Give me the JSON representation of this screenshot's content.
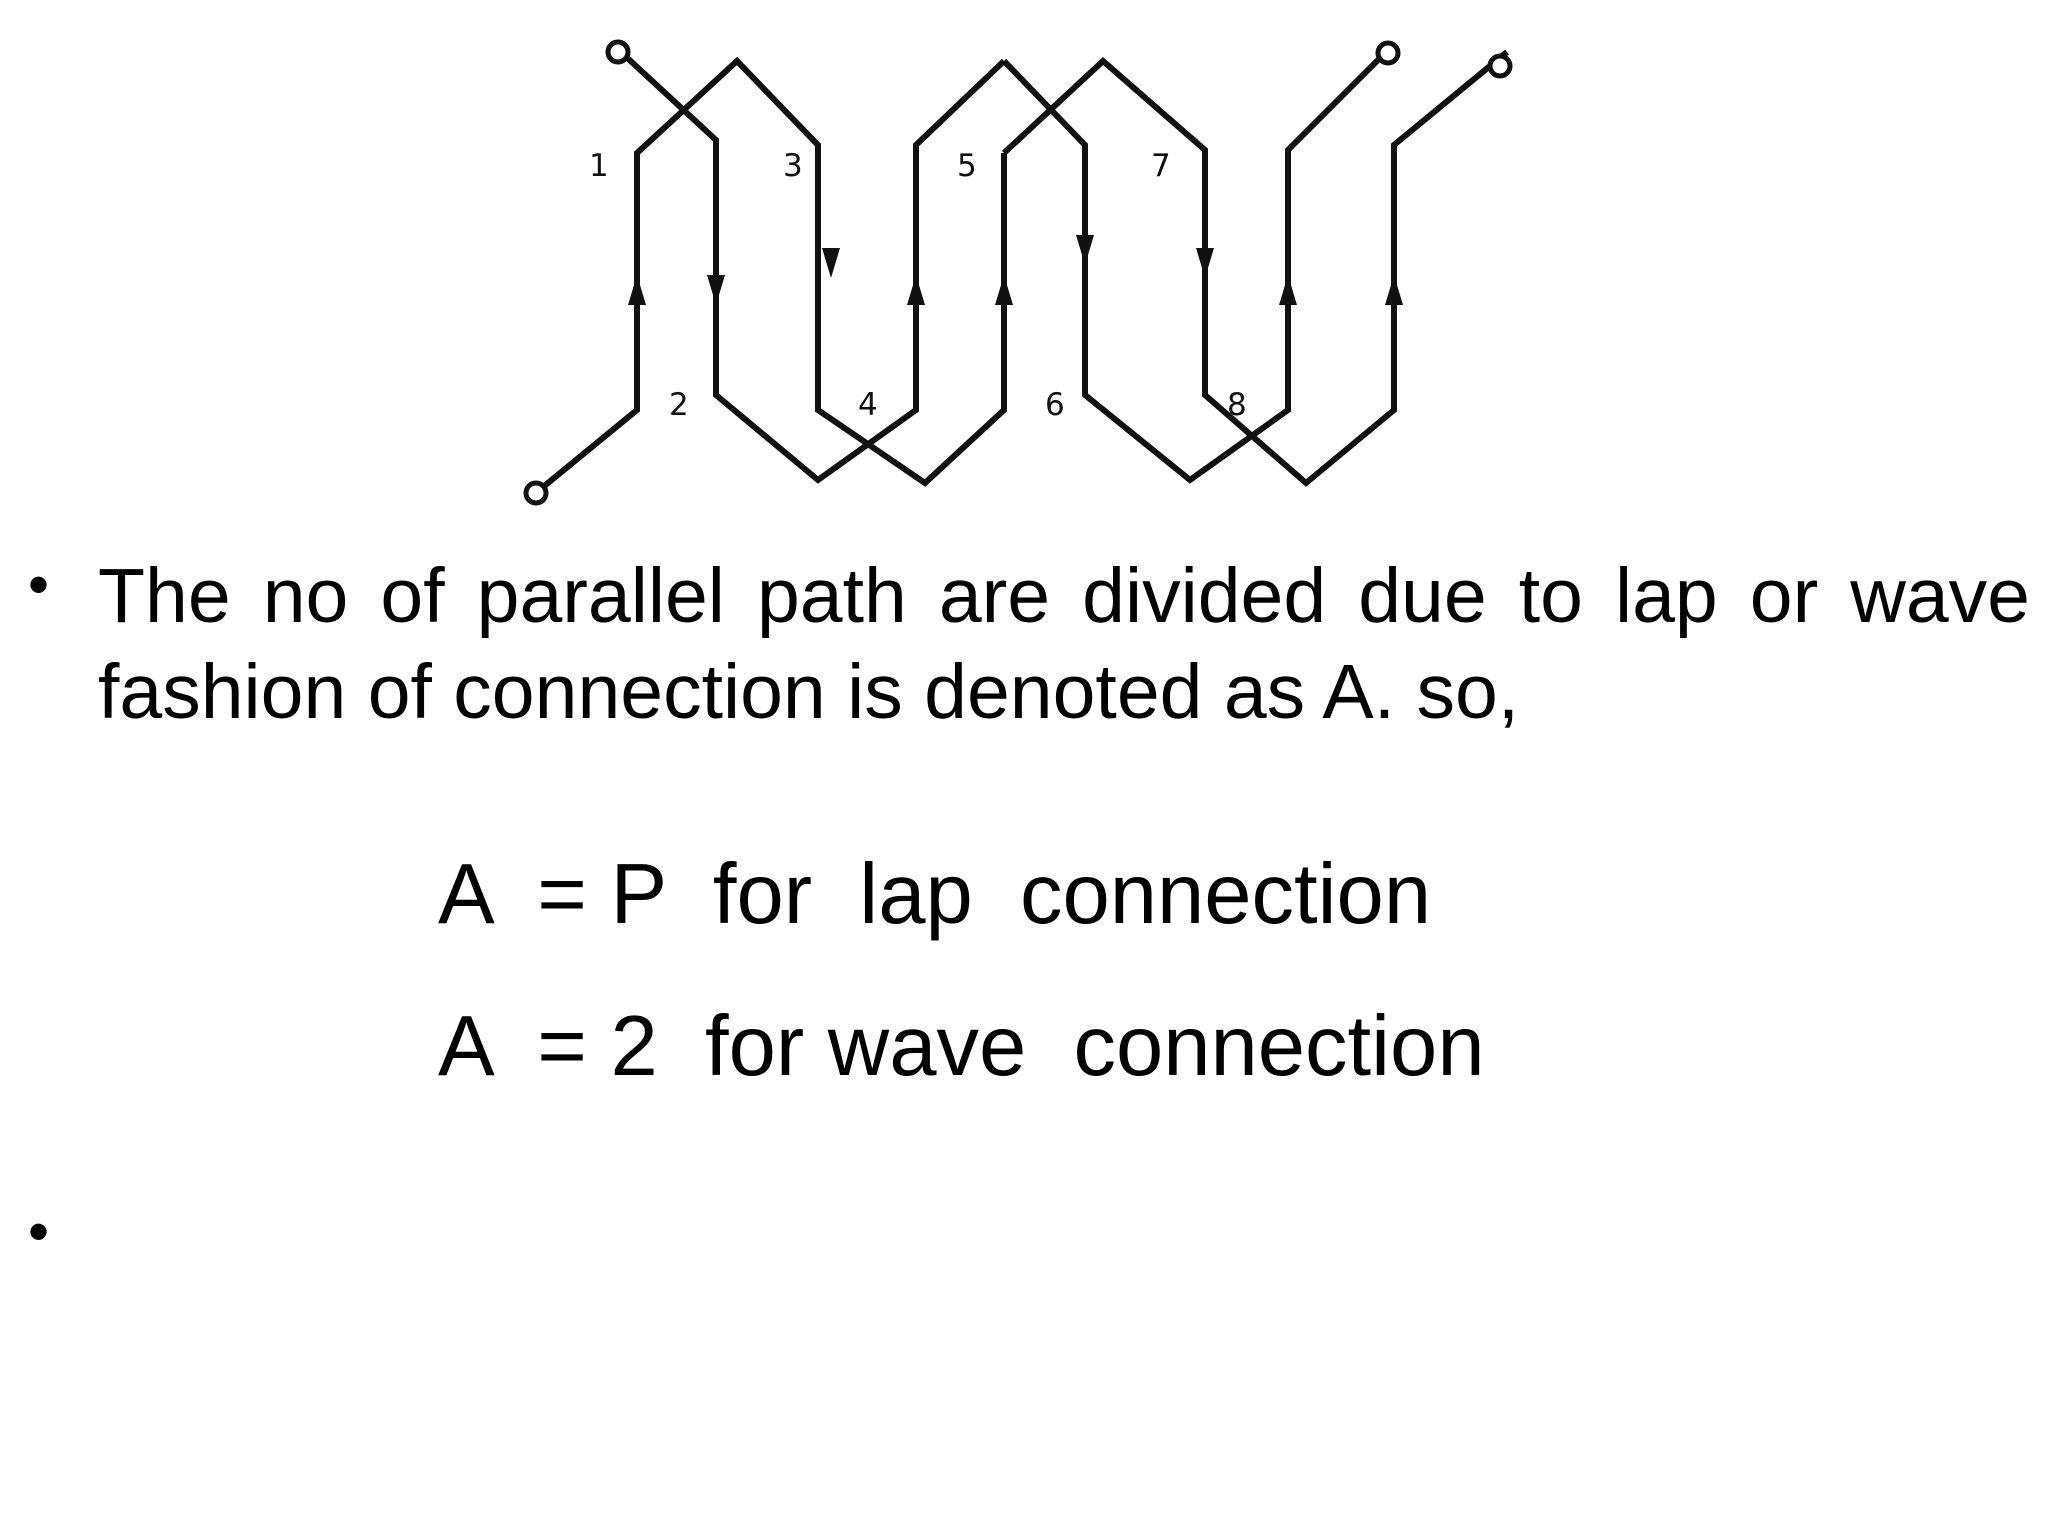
{
  "diagram": {
    "coil_labels": [
      "1",
      "2",
      "3",
      "4",
      "5",
      "6",
      "7",
      "8"
    ]
  },
  "bullets": [
    {
      "marker": "•",
      "text": "The no of parallel path are divided due to lap or wave fashion of connection is denoted as A. so,"
    },
    {
      "marker": "•",
      "text": ""
    }
  ],
  "equations": [
    "A  = P  for  lap  connection",
    "A  = 2  for wave  connection"
  ],
  "colors": {
    "ink": "#000000",
    "background": "#ffffff"
  }
}
